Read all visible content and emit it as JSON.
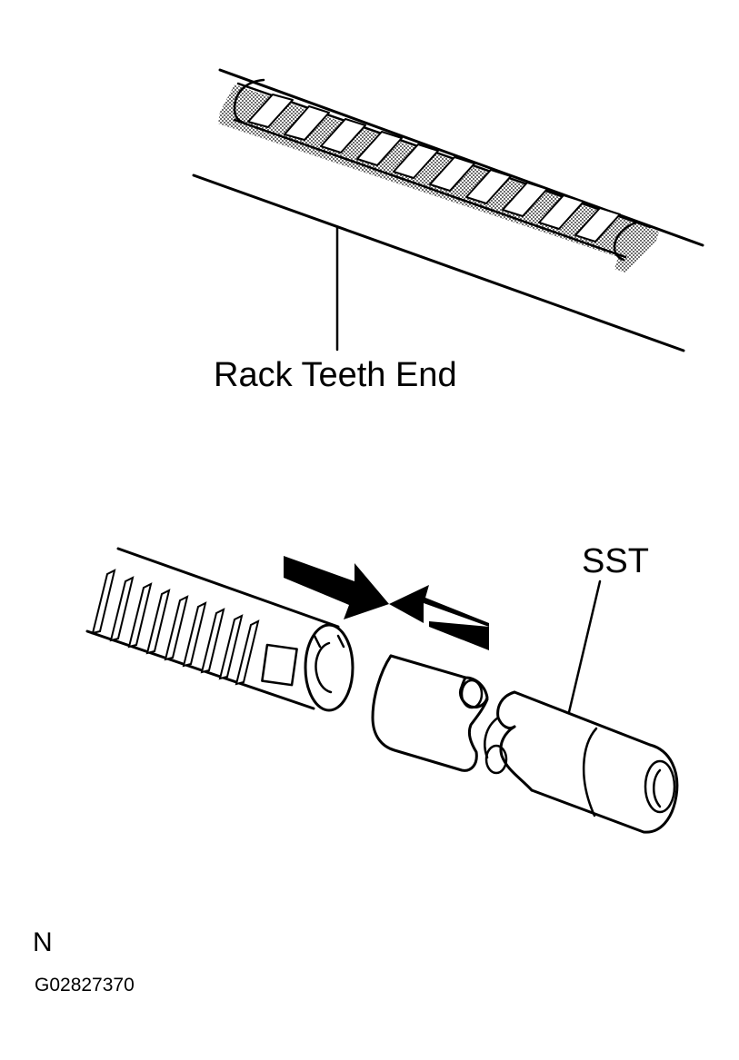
{
  "labels": {
    "rack_teeth_end": "Rack Teeth End",
    "sst": "SST",
    "view_letter": "N",
    "figure_code": "G02827370"
  },
  "colors": {
    "line": "#000000",
    "background": "#ffffff",
    "hatch": "#8a8a8a"
  }
}
